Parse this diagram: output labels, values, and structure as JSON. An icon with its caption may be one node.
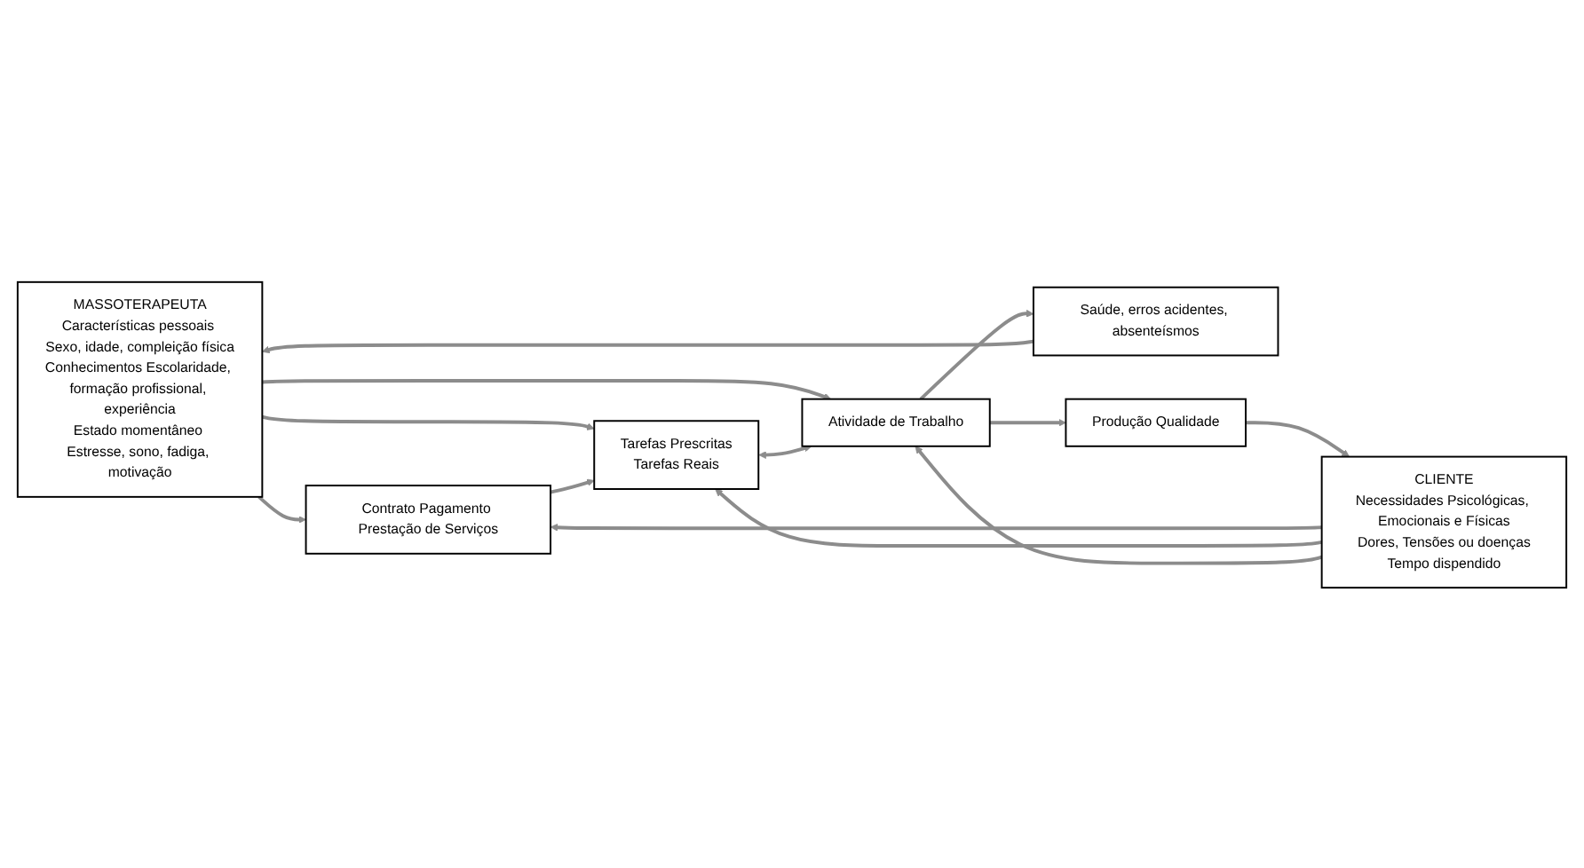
{
  "diagram": {
    "nodes": [
      {
        "text": [
          "MASSOTERAPEUTA",
          "Características pessoais Sexo, idade, compleição física",
          "Conhecimentos Escolaridade, formação profissional, experiência",
          "Estado momentâneo Estresse, sono, fadiga, motivação"
        ]
      },
      {
        "text": [
          "Contrato Pagamento Prestação de Serviços"
        ]
      },
      {
        "text": [
          "Tarefas Prescritas",
          "Tarefas Reais"
        ]
      },
      {
        "text": [
          "Atividade de Trabalho"
        ]
      },
      {
        "text": [
          "CLIENTE",
          "Necessidades Psicológicas, Emocionais e Físicas",
          "Dores, Tensões ou doenças",
          "Tempo dispendido"
        ]
      },
      {
        "text": [
          "Saúde, erros acidentes, absenteísmos"
        ]
      },
      {
        "text": [
          "Produção Qualidade"
        ]
      }
    ],
    "edges": [
      {
        "from": 0,
        "to": 1,
        "arrow": "to"
      },
      {
        "from": 0,
        "to": 2,
        "arrow": "to"
      },
      {
        "from": 0,
        "to": 3,
        "arrow": "to"
      },
      {
        "from": 4,
        "to": 1,
        "arrow": "to"
      },
      {
        "from": 4,
        "to": 2,
        "arrow": "to"
      },
      {
        "from": 4,
        "to": 3,
        "arrow": "to"
      },
      {
        "from": 1,
        "to": 2,
        "arrow": "to"
      },
      {
        "from": 2,
        "to": 3,
        "arrow": "both"
      },
      {
        "from": 3,
        "to": 5,
        "arrow": "to"
      },
      {
        "from": 3,
        "to": 6,
        "arrow": "to"
      },
      {
        "from": 5,
        "to": 0,
        "arrow": "to"
      },
      {
        "from": 6,
        "to": 4,
        "arrow": "to"
      }
    ]
  }
}
